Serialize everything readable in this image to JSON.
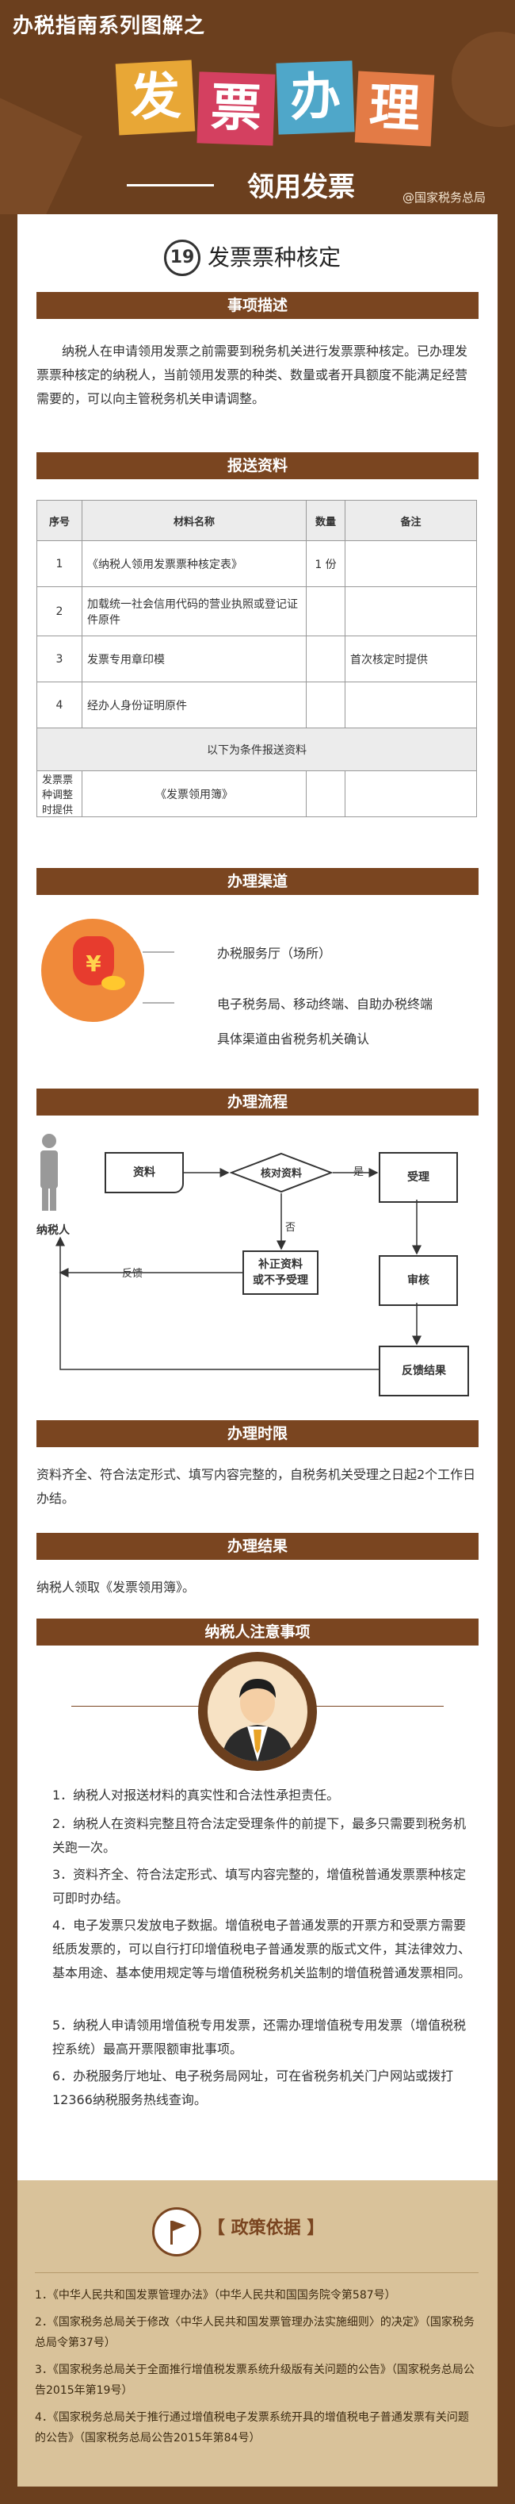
{
  "header": {
    "series_title": "办税指南系列图解之",
    "big_chars": [
      "发",
      "票",
      "办",
      "理"
    ],
    "subtitle": "领用发票",
    "source": "@国家税务总局"
  },
  "topic": {
    "number": "19",
    "title": "发票票种核定"
  },
  "sections": {
    "description": {
      "title": "事项描述",
      "text": "纳税人在申请领用发票之前需要到税务机关进行发票票种核定。已办理发票票种核定的纳税人，当前领用发票的种类、数量或者开具额度不能满足经营需要的，可以向主管税务机关申请调整。"
    },
    "materials": {
      "title": "报送资料",
      "headers": [
        "序号",
        "材料名称",
        "数量",
        "备注"
      ],
      "rows": [
        {
          "no": "1",
          "name": "《纳税人领用发票票种核定表》",
          "qty": "1 份",
          "note": ""
        },
        {
          "no": "2",
          "name": "加载统一社会信用代码的营业执照或登记证件原件",
          "qty": "",
          "note": ""
        },
        {
          "no": "3",
          "name": "发票专用章印模",
          "qty": "",
          "note": "首次核定时提供"
        },
        {
          "no": "4",
          "name": "经办人身份证明原件",
          "qty": "",
          "note": ""
        }
      ],
      "conditional_header": "以下为条件报送资料",
      "conditional_row": {
        "cond": "发票票种调整时提供",
        "name": "《发票领用簿》",
        "qty": "",
        "note": ""
      }
    },
    "channels": {
      "title": "办理渠道",
      "items": [
        "办税服务厅（场所）",
        "电子税务局、移动终端、自助办税终端",
        "具体渠道由省税务机关确认"
      ]
    },
    "process": {
      "title": "办理流程",
      "taxpayer": "纳税人",
      "materials": "资料",
      "check": "核对资料",
      "yes": "是",
      "no": "否",
      "accept": "受理",
      "supplement": "补正资料\n或不予受理",
      "feedback_label": "反馈",
      "review": "审核",
      "result": "反馈结果"
    },
    "time_limit": {
      "title": "办理时限",
      "text": "资料齐全、符合法定形式、填写内容完整的，自税务机关受理之日起2个工作日办结。"
    },
    "result": {
      "title": "办理结果",
      "text": "纳税人领取《发票领用簿》。"
    },
    "notes": {
      "title": "纳税人注意事项",
      "items": [
        "1．纳税人对报送材料的真实性和合法性承担责任。",
        "2．纳税人在资料完整且符合法定受理条件的前提下，最多只需要到税务机关跑一次。",
        "3．资料齐全、符合法定形式、填写内容完整的，增值税普通发票票种核定可即时办结。",
        "4．电子发票只发放电子数据。增值税电子普通发票的开票方和受票方需要纸质发票的，可以自行打印增值税电子普通发票的版式文件，其法律效力、基本用途、基本使用规定等与增值税税务机关监制的增值税普通发票相同。",
        "5．纳税人申请领用增值税专用发票，还需办理增值税专用发票（增值税税控系统）最高开票限额审批事项。",
        "6．办税服务厅地址、电子税务局网址，可在省税务机关门户网站或拨打12366纳税服务热线查询。"
      ]
    }
  },
  "policy": {
    "title": "【 政策依据 】",
    "items": [
      "1．《中华人民共和国发票管理办法》（中华人民共和国国务院令第587号）",
      "2．《国家税务总局关于修改〈中华人民共和国发票管理办法实施细则〉的决定》（国家税务总局令第37号）",
      "3．《国家税务总局关于全面推行增值税发票系统升级版有关问题的公告》（国家税务总局公告2015年第19号）",
      "4．《国家税务总局关于推行通过增值税电子发票系统开具的增值税电子普通发票有关问题的公告》（国家税务总局公告2015年第84号）"
    ]
  },
  "colors": {
    "brown": "#6b3f1e",
    "section_bar": "#7a4520",
    "footer": "#d9c29a"
  }
}
